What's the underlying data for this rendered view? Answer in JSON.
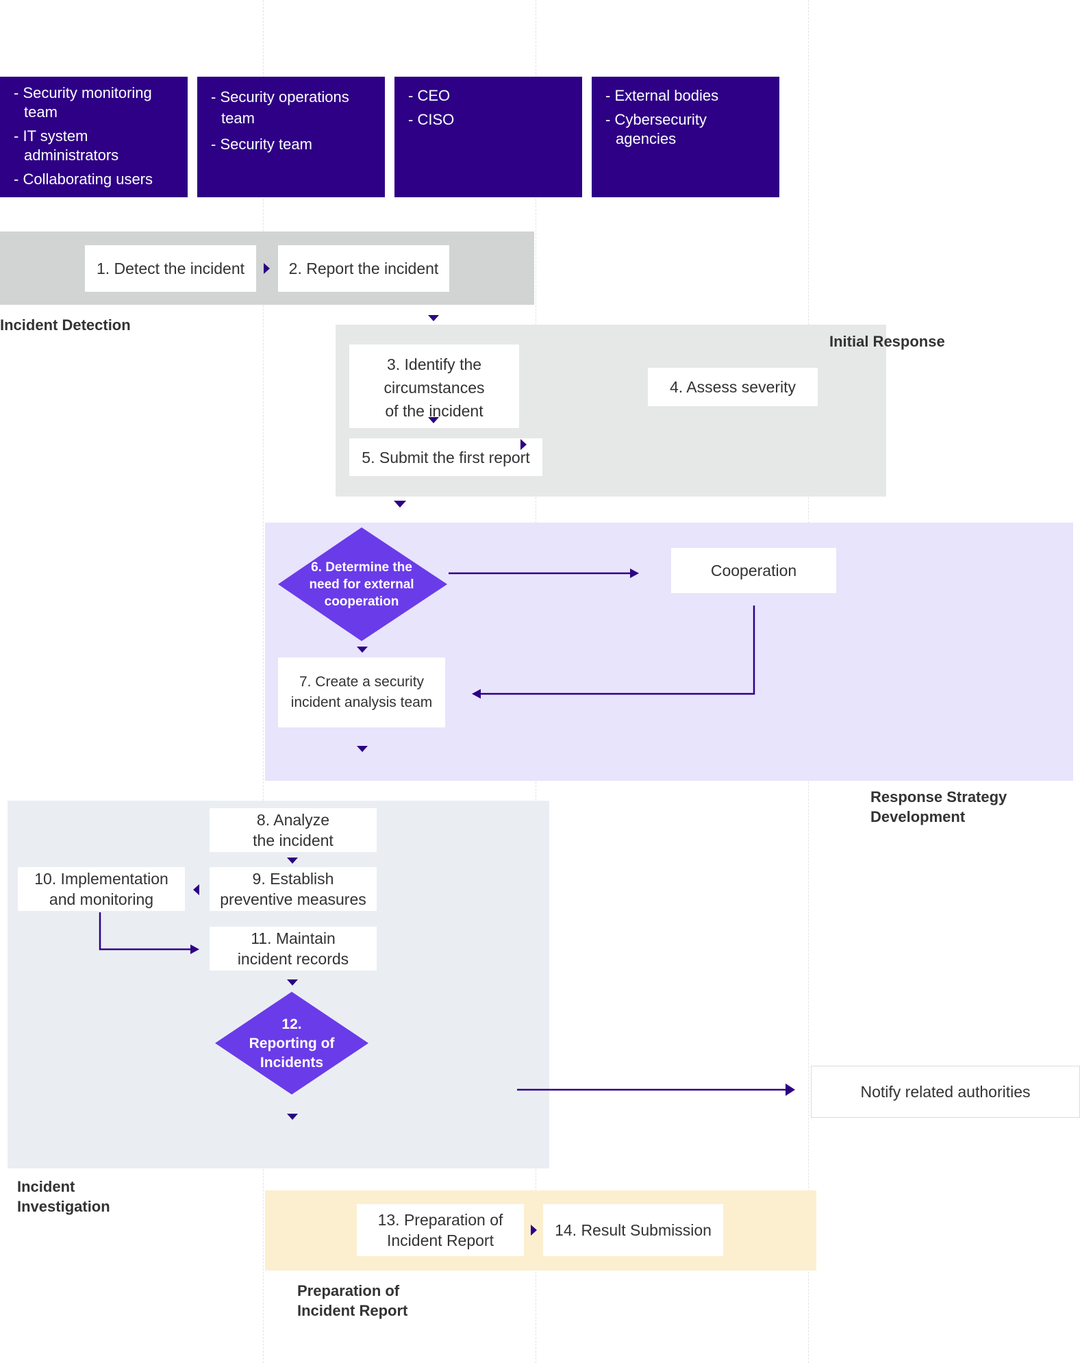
{
  "roles": [
    {
      "items": [
        "Security monitoring team",
        "IT system administrators",
        "Collaborating users"
      ]
    },
    {
      "items": [
        "Security operations team",
        "Security team"
      ]
    },
    {
      "items": [
        "CEO",
        "CISO"
      ]
    },
    {
      "items": [
        "External bodies",
        "Cybersecurity agencies"
      ]
    }
  ],
  "phases": {
    "detection": "Incident Detection",
    "initial_response": "Initial Response",
    "strategy": "Response Strategy Development",
    "investigation": "Incident Investigation",
    "report": "Preparation of Incident Report"
  },
  "steps": {
    "s1": "1. Detect the incident",
    "s2": "2. Report the incident",
    "s3": "3. Identify the circumstances of the incident",
    "s4": "4. Assess severity",
    "s5": "5. Submit the first report",
    "s6": "6. Determine the need for external cooperation",
    "cooperation": "Cooperation",
    "s7": "7.  Create a security incident analysis team",
    "s8": "8. Analyze the incident",
    "s9": "9. Establish preventive measures",
    "s10": "10. Implementation and monitoring",
    "s11": "11. Maintain incident records",
    "s12": "12. Reporting of Incidents",
    "notify": "Notify related authorities",
    "s13": "13. Preparation of Incident Report",
    "s14": "14. Result Submission"
  },
  "colors": {
    "role_bg": "#2e0085",
    "arrow": "#2e0085",
    "diamond": "#6a3be8",
    "detection_bg": "#d2d3d3",
    "initial_bg": "#e6e8e8",
    "strategy_bg": "#e8e4fb",
    "investigation_bg": "#eaeef2",
    "report_bg": "#fcefd0"
  }
}
